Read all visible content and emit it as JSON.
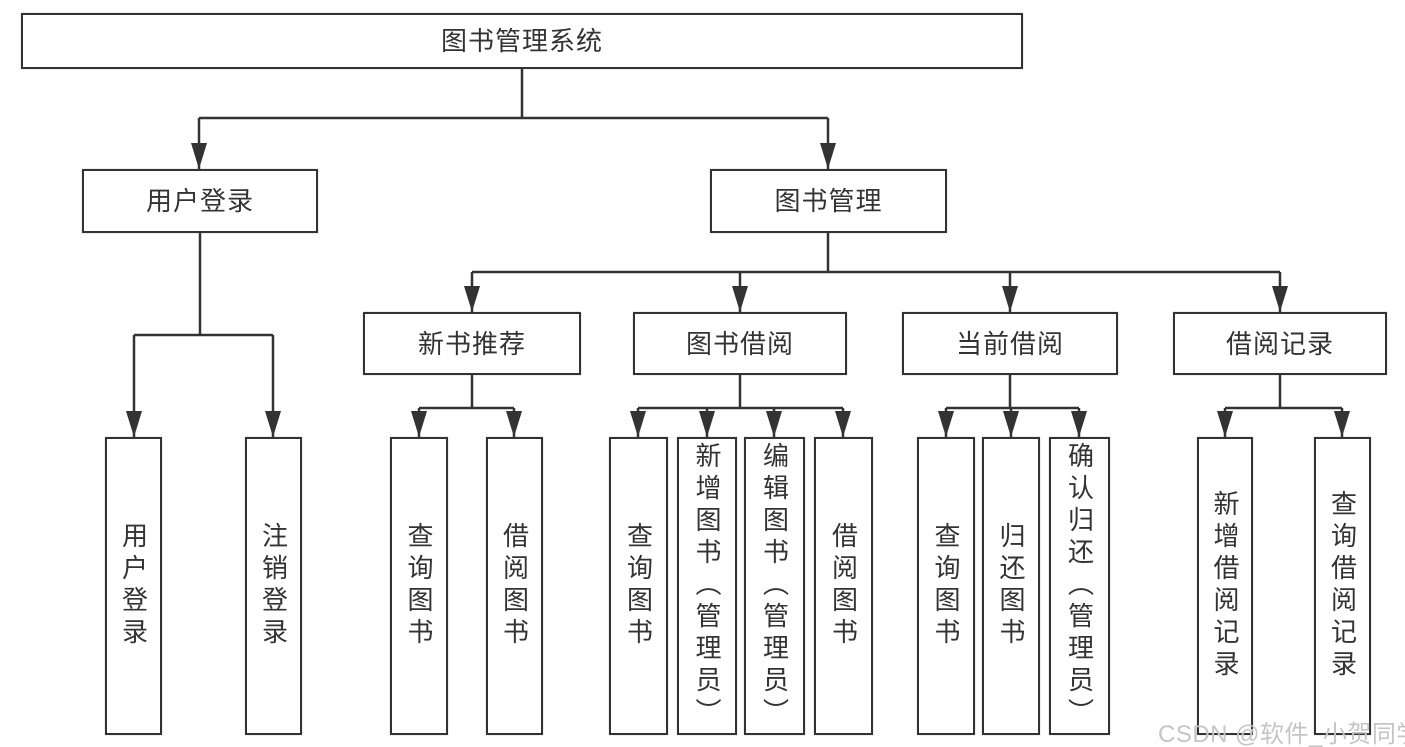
{
  "diagram": {
    "title": "图书管理系统",
    "root": {
      "label": "图书管理系统"
    },
    "branches": {
      "user_login": {
        "label": "用户登录"
      },
      "book_management": {
        "label": "图书管理"
      }
    },
    "modules": {
      "new_book_recommend": {
        "label": "新书推荐"
      },
      "book_borrow": {
        "label": "图书借阅"
      },
      "current_borrow": {
        "label": "当前借阅"
      },
      "borrow_record": {
        "label": "借阅记录"
      }
    },
    "leaves": {
      "user_login_leaf": {
        "label": "用户登录",
        "parent": "用户登录"
      },
      "logout": {
        "label": "注销登录",
        "parent": "用户登录"
      },
      "nb_query_books": {
        "label": "查询图书",
        "parent": "新书推荐"
      },
      "nb_borrow_books": {
        "label": "借阅图书",
        "parent": "新书推荐"
      },
      "bb_query_books": {
        "label": "查询图书",
        "parent": "图书借阅"
      },
      "bb_add_books": {
        "label": "新增图书（管理员）",
        "parent": "图书借阅"
      },
      "bb_edit_books": {
        "label": "编辑图书（管理员）",
        "parent": "图书借阅"
      },
      "bb_borrow_books": {
        "label": "借阅图书",
        "parent": "图书借阅"
      },
      "cb_query_books": {
        "label": "查询图书",
        "parent": "当前借阅"
      },
      "cb_return_books": {
        "label": "归还图书",
        "parent": "当前借阅"
      },
      "cb_confirm_return": {
        "label": "确认归还（管理员）",
        "parent": "当前借阅"
      },
      "br_add_record": {
        "label": "新增借阅记录",
        "parent": "借阅记录"
      },
      "br_query_record": {
        "label": "查询借阅记录",
        "parent": "借阅记录"
      }
    }
  },
  "watermark": {
    "text": "CSDN @软件_小贺同学"
  },
  "colors": {
    "line": "#333333",
    "box_border": "#333333",
    "text": "#333333",
    "watermark": "#c5c5c7",
    "background": "#ffffff"
  }
}
